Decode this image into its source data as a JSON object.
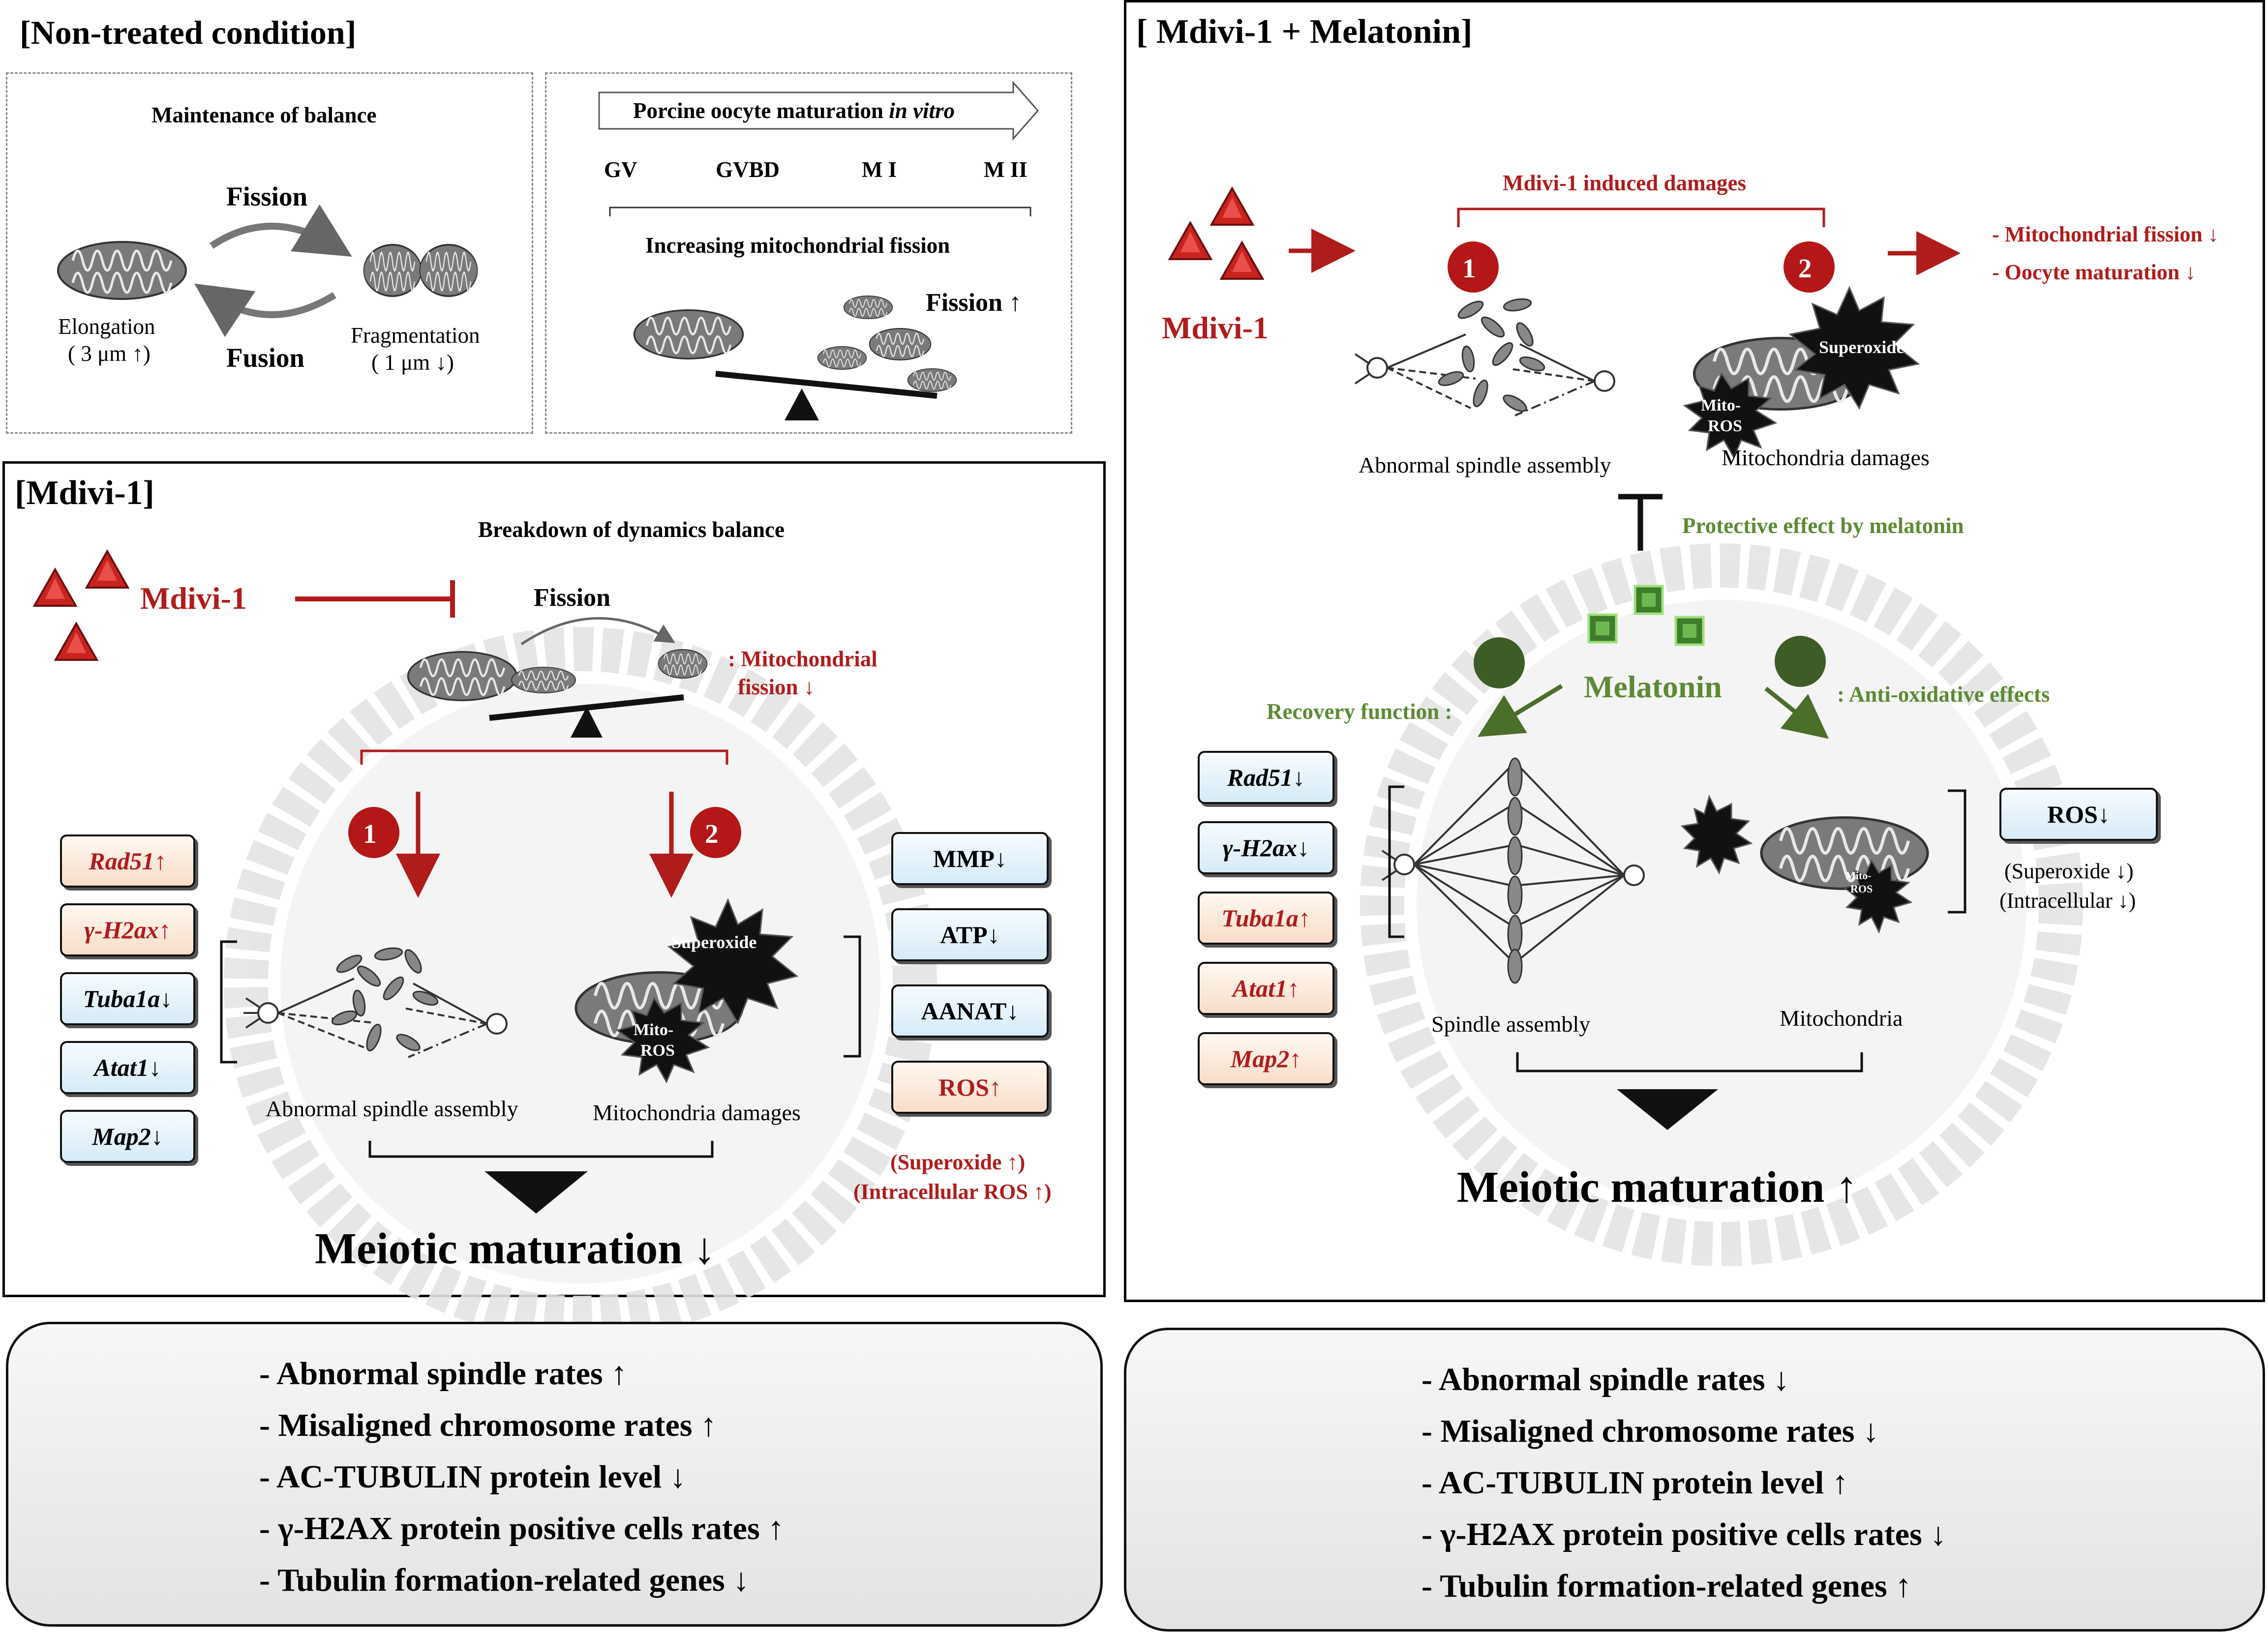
{
  "nontreated": {
    "title": "[Non-treated condition]",
    "balance_title": "Maintenance of balance",
    "fission": "Fission",
    "fusion": "Fusion",
    "elongation": "Elongation",
    "elongation_size": "( 3 μm ↑)",
    "fragmentation": "Fragmentation",
    "fragmentation_size": "( 1 μm ↓)",
    "maturation_arrow_label": "Porcine oocyte maturation ",
    "maturation_arrow_italic": "in vitro",
    "stages": [
      "GV",
      "GVBD",
      "M I",
      "M II"
    ],
    "increasing_fission": "Increasing mitochondrial fission",
    "fission_up": "Fission ↑"
  },
  "mdivi": {
    "title": "[Mdivi-1]",
    "breakdown": "Breakdown of dynamics balance",
    "drug": "Mdivi-1",
    "fission": "Fission",
    "mito_fission_1": ": Mitochondrial",
    "mito_fission_2": "fission ↓",
    "num1": "1",
    "num2": "2",
    "genes": [
      {
        "name": "Rad51",
        "arrow": " ↑",
        "style": "pink",
        "italic": true
      },
      {
        "name": "γ-H2ax",
        "arrow": " ↑",
        "style": "pink",
        "italic": true
      },
      {
        "name": "Tuba1a",
        "arrow": " ↓",
        "style": "blue",
        "italic": true
      },
      {
        "name": "Atat1",
        "arrow": " ↓",
        "style": "blue",
        "italic": true
      },
      {
        "name": "Map2",
        "arrow": " ↓",
        "style": "blue",
        "italic": true
      }
    ],
    "right_boxes": [
      {
        "name": "MMP",
        "arrow": " ↓",
        "style": "blue"
      },
      {
        "name": "ATP",
        "arrow": " ↓",
        "style": "blue"
      },
      {
        "name": "AANAT",
        "arrow": " ↓",
        "style": "blue"
      },
      {
        "name": "ROS",
        "arrow": " ↑",
        "style": "pink"
      }
    ],
    "superoxide": "Superoxide",
    "mito": "Mito-",
    "ros": "ROS",
    "abnormal_spindle": "Abnormal spindle assembly",
    "mito_damage": "Mitochondria damages",
    "superoxide_up": "(Superoxide ↑)",
    "intracellular_up": "(Intracellular ROS ↑)",
    "meiotic": "Meiotic maturation ↓"
  },
  "combo": {
    "title": "[ Mdivi-1 + Melatonin]",
    "drug": "Mdivi-1",
    "induced": "Mdivi-1 induced damages",
    "num1": "1",
    "num2": "2",
    "effect1": "- Mitochondrial  fission ↓",
    "effect2": "- Oocyte maturation ↓",
    "superoxide": "Superoxide",
    "mito": "Mito-",
    "ros": "ROS",
    "abnormal_spindle": "Abnormal spindle assembly",
    "mito_damage": "Mitochondria damages",
    "protective": "Protective effect by melatonin",
    "melatonin": "Melatonin",
    "recovery": "Recovery function :",
    "antiox": ": Anti-oxidative effects",
    "genes": [
      {
        "name": "Rad51",
        "arrow": " ↓",
        "style": "blue",
        "italic": true
      },
      {
        "name": "γ-H2ax",
        "arrow": " ↓",
        "style": "blue",
        "italic": true
      },
      {
        "name": "Tuba1a",
        "arrow": " ↑",
        "style": "pink",
        "italic": true
      },
      {
        "name": "Atat1",
        "arrow": " ↑",
        "style": "pink",
        "italic": true
      },
      {
        "name": "Map2",
        "arrow": " ↑",
        "style": "pink",
        "italic": true
      }
    ],
    "ros_box": {
      "name": "ROS",
      "arrow": " ↓",
      "style": "blue"
    },
    "superoxide_down": "(Superoxide ↓)",
    "intracellular_down": "(Intracellular ↓)",
    "spindle": "Spindle assembly",
    "mitochondria": "Mitochondria",
    "meiotic": "Meiotic maturation ↑"
  },
  "summary_left": [
    "- Abnormal spindle rates ↑",
    "- Misaligned chromosome rates ↑",
    "- AC-TUBULIN protein level  ↓",
    "- γ-H2AX protein positive cells rates ↑",
    "- Tubulin formation-related genes ↓"
  ],
  "summary_right": [
    "- Abnormal spindle rates ↓",
    "- Misaligned chromosome rates ↓",
    "- AC-TUBULIN protein level ↑",
    "- γ-H2AX protein positive cells rates ↓",
    "- Tubulin formation-related genes ↑"
  ],
  "colors": {
    "red": "#b01c1c",
    "green": "#5d8a35",
    "gene_blue": "#d6ebf7",
    "gene_pink": "#f8ddc9"
  }
}
